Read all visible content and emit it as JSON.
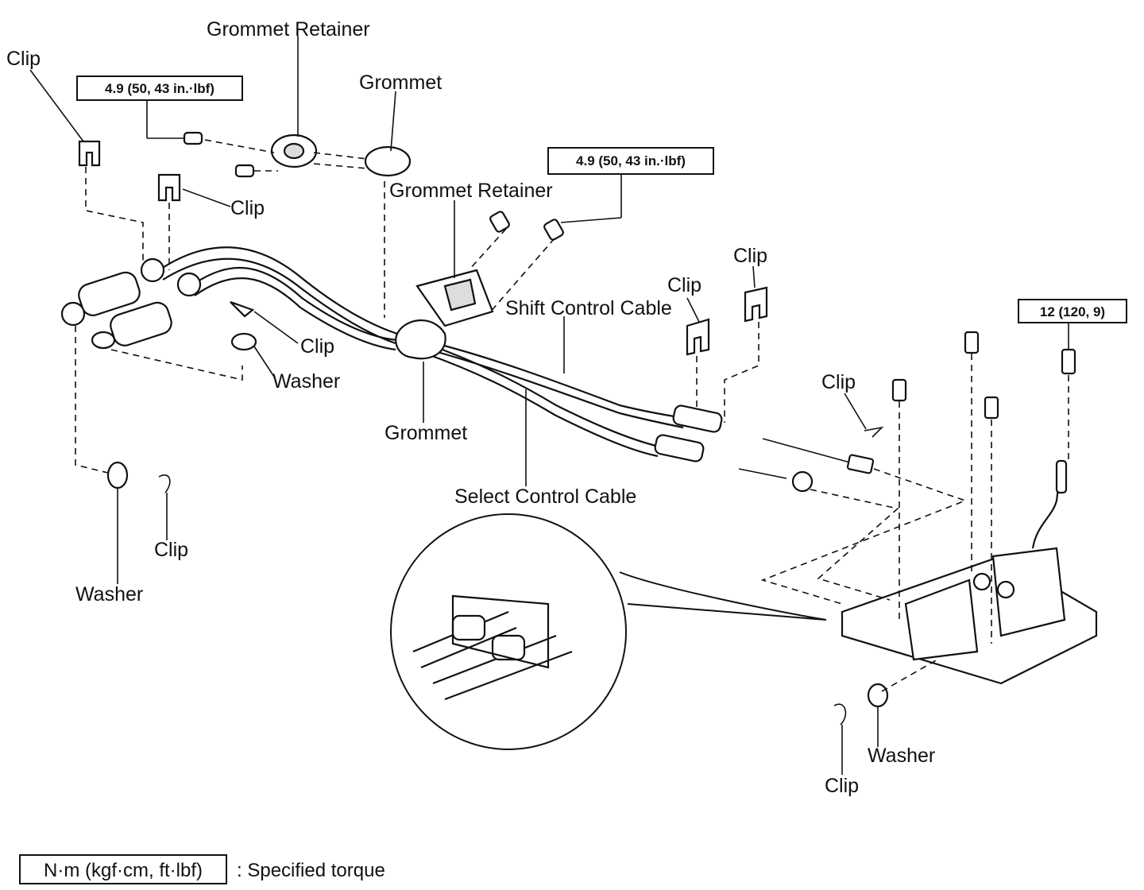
{
  "labels": {
    "grommet_retainer_top": "Grommet Retainer",
    "grommet_top": "Grommet",
    "clip_top_left": "Clip",
    "clip_upper": "Clip",
    "grommet_retainer_mid": "Grommet Retainer",
    "clip_mid": "Clip",
    "washer_mid": "Washer",
    "grommet_lower": "Grommet",
    "shift_control_cable": "Shift Control Cable",
    "select_control_cable": "Select Control Cable",
    "clip_right_a": "Clip",
    "clip_right_b": "Clip",
    "clip_right_c": "Clip",
    "clip_lower_left": "Clip",
    "washer_lower_left": "Washer",
    "washer_lower_right": "Washer",
    "clip_lower_right": "Clip"
  },
  "torque": {
    "top_left": "4.9 (50, 43 in.·lbf)",
    "top_right": "4.9 (50, 43 in.·lbf)",
    "right": "12 (120, 9)"
  },
  "legend": {
    "unit_box": "N·m (kgf·cm, ft·lbf)",
    "description": ": Specified torque"
  }
}
